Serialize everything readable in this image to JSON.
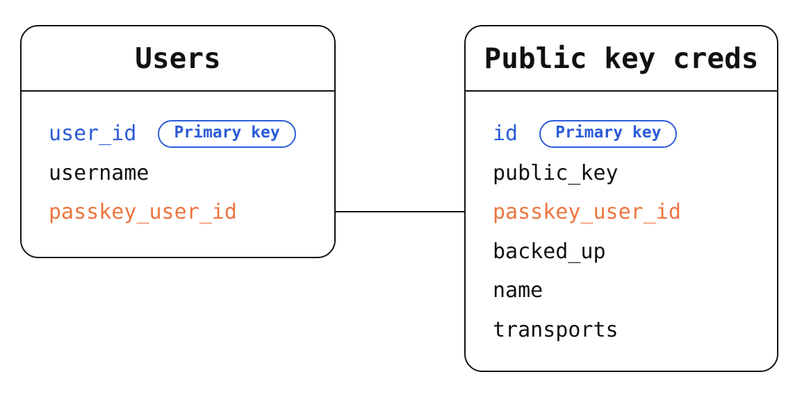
{
  "diagram": {
    "type": "entity-relationship",
    "background": "#ffffff",
    "colors": {
      "stroke": "#111111",
      "text": "#111111",
      "primary_key_blue": "#2b5bd7",
      "linked_field_orange": "#ec7540"
    },
    "tables": [
      {
        "title": "Users",
        "fields": [
          {
            "name": "user_id",
            "color": "blue",
            "badge": "Primary key"
          },
          {
            "name": "username",
            "color": "default"
          },
          {
            "name": "passkey_user_id",
            "color": "orange"
          }
        ]
      },
      {
        "title": "Public key creds",
        "fields": [
          {
            "name": "id",
            "color": "blue",
            "badge": "Primary key"
          },
          {
            "name": "public_key",
            "color": "default"
          },
          {
            "name": "passkey_user_id",
            "color": "orange"
          },
          {
            "name": "backed_up",
            "color": "default"
          },
          {
            "name": "name",
            "color": "default"
          },
          {
            "name": "transports",
            "color": "default"
          }
        ]
      }
    ],
    "relationship": {
      "from_table": "Users",
      "from_field": "passkey_user_id",
      "to_table": "Public key creds",
      "to_field": "passkey_user_id"
    }
  }
}
